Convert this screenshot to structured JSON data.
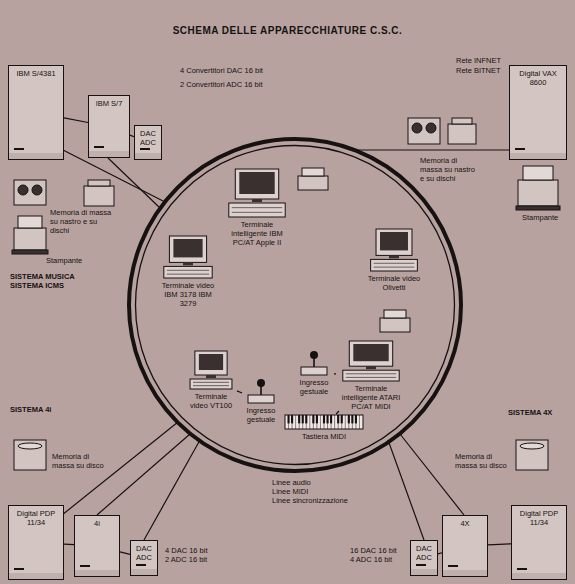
{
  "diagram": {
    "title": "SCHEMA DELLE APPARECCHIATURE C.S.C.",
    "nodes": [
      {
        "text": [
          "IBM S/4381"
        ]
      },
      {
        "text": [
          "IBM S/7"
        ]
      },
      {
        "text": [
          "DAC ADC"
        ]
      },
      {
        "text": [
          "Digital VAX 8600"
        ]
      },
      {
        "text": [
          "Terminale intelligente IBM PC/AT Apple II"
        ]
      },
      {
        "text": [
          "Terminale video IBM 3178 IBM 3279"
        ]
      },
      {
        "text": [
          "Terminale video Olivetti"
        ]
      },
      {
        "text": [
          "Terminale video VT100"
        ]
      },
      {
        "text": [
          "Ingresso gestuale"
        ]
      },
      {
        "text": [
          "Ingresso gestuale"
        ]
      },
      {
        "text": [
          "Terminale intelligente ATARI PC/AT MIDI"
        ]
      },
      {
        "text": [
          "Tastiera MIDI"
        ]
      },
      {
        "text": [
          "Digital PDP 11/34"
        ]
      },
      {
        "text": [
          "4i"
        ]
      },
      {
        "text": [
          "DAC ADC"
        ]
      },
      {
        "text": [
          "DAC ADC"
        ]
      },
      {
        "text": [
          "4X"
        ]
      },
      {
        "text": [
          "Digital PDP 11/34"
        ]
      }
    ],
    "edges": [
      {
        "from": 0,
        "to": 1,
        "arrow": "none"
      },
      {
        "from": 1,
        "to": 2,
        "arrow": "none"
      },
      {
        "from": 7,
        "to": 8,
        "arrow": "none"
      },
      {
        "from": 9,
        "to": 10,
        "arrow": "none"
      },
      {
        "from": 10,
        "to": 11,
        "arrow": "none"
      },
      {
        "from": 12,
        "to": 13,
        "arrow": "none"
      },
      {
        "from": 13,
        "to": 14,
        "arrow": "none"
      },
      {
        "from": 17,
        "to": 16,
        "arrow": "none"
      },
      {
        "from": 16,
        "to": 15,
        "arrow": "none"
      }
    ],
    "labels": [
      "4 Convertitori DAC 16 bit",
      "2 Convertitori ADC 16 bit",
      "Rete INFNET",
      "Rete BITNET",
      "Memoria di massa su nastro e su dischi",
      "Stampante",
      "SISTEMA MUSICA",
      "SISTEMA ICMS",
      "Memoria di massa su nastro e su dischi",
      "Stampante",
      "SISTEMA 4i",
      "Memoria di massa su disco",
      "Linee audio",
      "Linee MIDI",
      "Linee sincronizzazione",
      "4 DAC 16 bit",
      "2 ADC 16 bit",
      "SISTEMA 4X",
      "Memoria di massa su disco",
      "16 DAC 16 bit",
      "4 ADC 16 bit"
    ]
  }
}
